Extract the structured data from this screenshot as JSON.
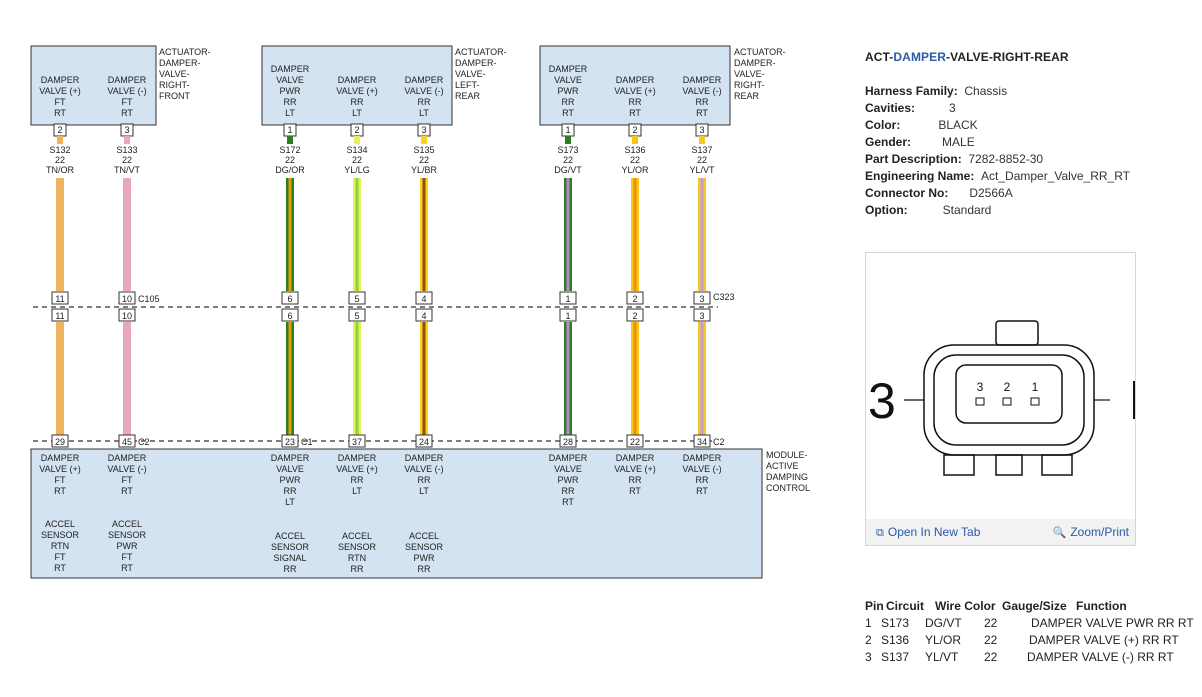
{
  "connector_title": {
    "prefix": "ACT-",
    "highlight": "DAMPER",
    "suffix": "-VALVE-RIGHT-REAR"
  },
  "properties": [
    {
      "key": "Harness Family:",
      "value": "Chassis"
    },
    {
      "key": "Cavities:",
      "value": "3"
    },
    {
      "key": "Color:",
      "value": "BLACK"
    },
    {
      "key": "Gender:",
      "value": "MALE"
    },
    {
      "key": "Part Description:",
      "value": "7282-8852-30"
    },
    {
      "key": "Engineering Name:",
      "value": "Act_Damper_Valve_RR_RT"
    },
    {
      "key": "Connector No:",
      "value": "D2566A"
    },
    {
      "key": "Option:",
      "value": "Standard"
    }
  ],
  "preview": {
    "side_label": "3",
    "pins": [
      "3",
      "2",
      "1"
    ],
    "open_tab": "Open In New Tab",
    "zoom_print": "Zoom/Print"
  },
  "pin_table": {
    "headers": [
      "Pin",
      "Circuit",
      "Wire Color",
      "Gauge/Size",
      "Function"
    ],
    "rows": [
      [
        "1",
        "S173",
        "DG/VT",
        "22",
        "DAMPER VALVE PWR RR RT"
      ],
      [
        "2",
        "S136",
        "YL/OR",
        "22",
        "DAMPER VALVE (+) RR RT"
      ],
      [
        "3",
        "S137",
        "YL/VT",
        "22",
        "DAMPER VALVE (-) RR RT"
      ]
    ]
  },
  "diagram": {
    "actuators": [
      {
        "label_lines": [
          "ACTUATOR-",
          "DAMPER-",
          "VALVE-",
          "RIGHT-",
          "FRONT"
        ]
      },
      {
        "label_lines": [
          "ACTUATOR-",
          "DAMPER-",
          "VALVE-",
          "LEFT-",
          "REAR"
        ]
      },
      {
        "label_lines": [
          "ACTUATOR-",
          "DAMPER-",
          "VALVE-",
          "RIGHT-",
          "REAR"
        ]
      }
    ],
    "module_label_lines": [
      "MODULE-",
      "ACTIVE",
      "DAMPING",
      "CONTROL"
    ],
    "inline_connectors": [
      "C105",
      "C323"
    ],
    "module_connectors": [
      "C2",
      "C1",
      "C2"
    ],
    "wires": [
      {
        "top_lines": [
          "DAMPER",
          "VALVE (+)",
          "FT",
          "RT"
        ],
        "pin": "2",
        "circuit": "S132",
        "gauge": "22",
        "color_code": "TN/OR",
        "inline_pin": "11",
        "module_pin": "29",
        "bottom_lines": [
          "DAMPER",
          "VALVE (+)",
          "FT",
          "RT"
        ],
        "colors": [
          "#f0b25e",
          "#f0b25e"
        ]
      },
      {
        "top_lines": [
          "DAMPER",
          "VALVE (-)",
          "FT",
          "RT"
        ],
        "pin": "3",
        "circuit": "S133",
        "gauge": "22",
        "color_code": "TN/VT",
        "inline_pin": "10",
        "module_pin": "45",
        "bottom_lines": [
          "DAMPER",
          "VALVE (-)",
          "FT",
          "RT"
        ],
        "colors": [
          "#e7a7c2",
          "#e7a7c2"
        ]
      },
      {
        "top_lines": [
          "DAMPER",
          "VALVE",
          "PWR",
          "RR",
          "LT"
        ],
        "pin": "1",
        "circuit": "S172",
        "gauge": "22",
        "color_code": "DG/OR",
        "inline_pin": "6",
        "module_pin": "23",
        "bottom_lines": [
          "DAMPER",
          "VALVE",
          "PWR",
          "RR",
          "LT"
        ],
        "colors": [
          "#2f7d20",
          "#e0a000"
        ]
      },
      {
        "top_lines": [
          "DAMPER",
          "VALVE (+)",
          "RR",
          "LT"
        ],
        "pin": "2",
        "circuit": "S134",
        "gauge": "22",
        "color_code": "YL/LG",
        "inline_pin": "5",
        "module_pin": "37",
        "bottom_lines": [
          "DAMPER",
          "VALVE (+)",
          "RR",
          "LT"
        ],
        "colors": [
          "#e6f05a",
          "#8ed23c"
        ]
      },
      {
        "top_lines": [
          "DAMPER",
          "VALVE (-)",
          "RR",
          "LT"
        ],
        "pin": "3",
        "circuit": "S135",
        "gauge": "22",
        "color_code": "YL/BR",
        "inline_pin": "4",
        "module_pin": "24",
        "bottom_lines": [
          "DAMPER",
          "VALVE (-)",
          "RR",
          "LT"
        ],
        "colors": [
          "#f2d51c",
          "#9a4a1a"
        ]
      },
      {
        "top_lines": [
          "DAMPER",
          "VALVE",
          "PWR",
          "RR",
          "RT"
        ],
        "pin": "1",
        "circuit": "S173",
        "gauge": "22",
        "color_code": "DG/VT",
        "inline_pin": "1",
        "module_pin": "28",
        "bottom_lines": [
          "DAMPER",
          "VALVE",
          "PWR",
          "RR",
          "RT"
        ],
        "colors": [
          "#2f7d20",
          "#b98ad0"
        ]
      },
      {
        "top_lines": [
          "DAMPER",
          "VALVE (+)",
          "RR",
          "RT"
        ],
        "pin": "2",
        "circuit": "S136",
        "gauge": "22",
        "color_code": "YL/OR",
        "inline_pin": "2",
        "module_pin": "22",
        "bottom_lines": [
          "DAMPER",
          "VALVE (+)",
          "RR",
          "RT"
        ],
        "colors": [
          "#f5c814",
          "#f08c14"
        ]
      },
      {
        "top_lines": [
          "DAMPER",
          "VALVE (-)",
          "RR",
          "RT"
        ],
        "pin": "3",
        "circuit": "S137",
        "gauge": "22",
        "color_code": "YL/VT",
        "inline_pin": "3",
        "module_pin": "34",
        "bottom_lines": [
          "DAMPER",
          "VALVE (-)",
          "RR",
          "RT"
        ],
        "colors": [
          "#f0c828",
          "#c89ad8"
        ]
      }
    ],
    "sensor_labels": [
      {
        "lines": [
          "ACCEL",
          "SENSOR",
          "RTN",
          "FT",
          "RT"
        ]
      },
      {
        "lines": [
          "ACCEL",
          "SENSOR",
          "PWR",
          "FT",
          "RT"
        ]
      },
      {
        "lines": [
          "ACCEL",
          "SENSOR",
          "SIGNAL",
          "RR"
        ]
      },
      {
        "lines": [
          "ACCEL",
          "SENSOR",
          "RTN",
          "RR"
        ]
      },
      {
        "lines": [
          "ACCEL",
          "SENSOR",
          "PWR",
          "RR"
        ]
      }
    ]
  }
}
